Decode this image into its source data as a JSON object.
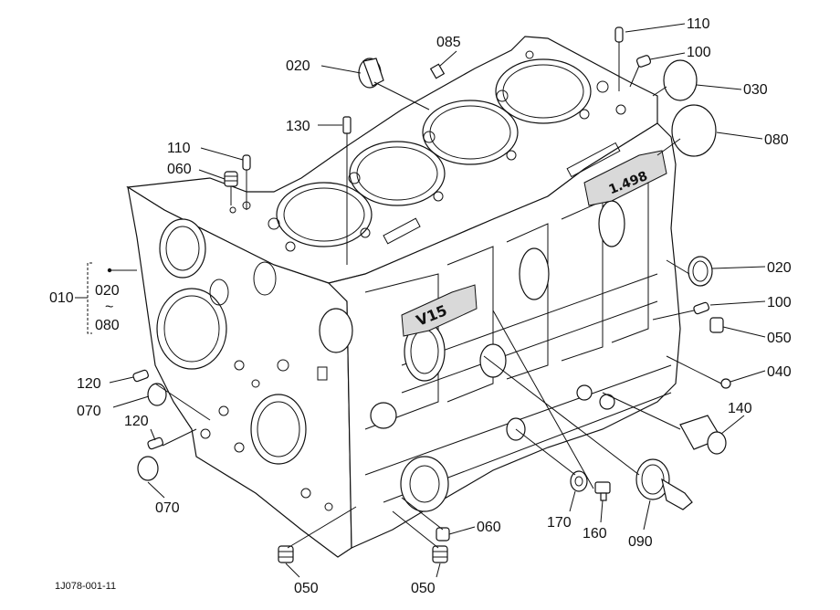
{
  "diagram_id": "1J078-001-11",
  "block_stamps": {
    "displacement": "1.498",
    "model": "V15"
  },
  "callouts": [
    {
      "id": "c-110a",
      "label": "110"
    },
    {
      "id": "c-085",
      "label": "085"
    },
    {
      "id": "c-100a",
      "label": "100"
    },
    {
      "id": "c-020a",
      "label": "020"
    },
    {
      "id": "c-030",
      "label": "030"
    },
    {
      "id": "c-130",
      "label": "130"
    },
    {
      "id": "c-080",
      "label": "080"
    },
    {
      "id": "c-110b",
      "label": "110"
    },
    {
      "id": "c-060a",
      "label": "060"
    },
    {
      "id": "c-020b",
      "label": "020"
    },
    {
      "id": "c-010",
      "label": "010"
    },
    {
      "id": "c-100b",
      "label": "100"
    },
    {
      "id": "c-050a",
      "label": "050"
    },
    {
      "id": "c-040",
      "label": "040"
    },
    {
      "id": "c-120a",
      "label": "120"
    },
    {
      "id": "c-070a",
      "label": "070"
    },
    {
      "id": "c-140",
      "label": "140"
    },
    {
      "id": "c-120b",
      "label": "120"
    },
    {
      "id": "c-070b",
      "label": "070"
    },
    {
      "id": "c-170",
      "label": "170"
    },
    {
      "id": "c-160",
      "label": "160"
    },
    {
      "id": "c-090",
      "label": "090"
    },
    {
      "id": "c-060b",
      "label": "060"
    },
    {
      "id": "c-050b",
      "label": "050"
    },
    {
      "id": "c-050c",
      "label": "050"
    }
  ],
  "group_bracket": {
    "from": "020",
    "tilde": "~",
    "to": "080"
  }
}
